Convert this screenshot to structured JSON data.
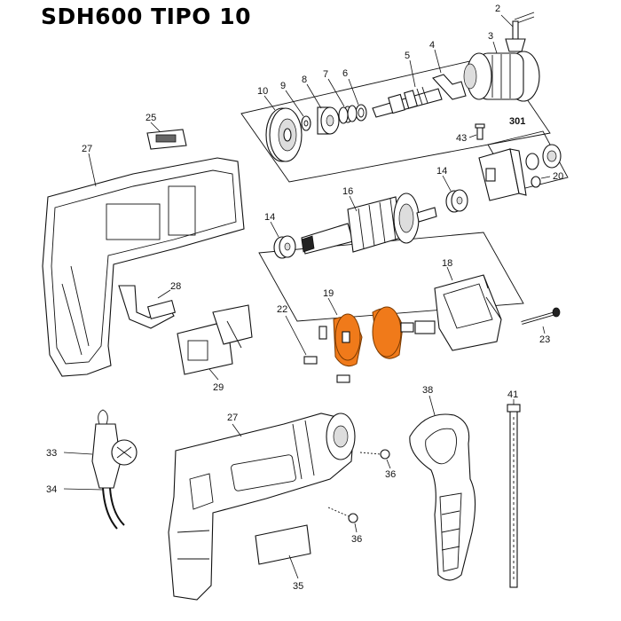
{
  "title": "SDH600 TIPO 10",
  "part_numbers": {
    "p2": "2",
    "p3": "3",
    "p4": "4",
    "p5": "5",
    "p6": "6",
    "p7": "7",
    "p8": "8",
    "p9": "9",
    "p10": "10",
    "p14a": "14",
    "p14b": "14",
    "p16": "16",
    "p18": "18",
    "p19": "19",
    "p20": "20",
    "p22": "22",
    "p23": "23",
    "p25": "25",
    "p27a": "27",
    "p27b": "27",
    "p28": "28",
    "p29": "29",
    "p33": "33",
    "p34": "34",
    "p35": "35",
    "p36a": "36",
    "p36b": "36",
    "p38": "38",
    "p41": "41",
    "p43": "43",
    "p301": "301"
  },
  "highlight_color": "#f07a1a"
}
